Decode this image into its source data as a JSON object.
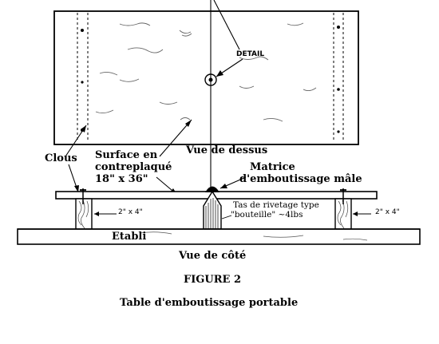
{
  "labels": {
    "detail": "DETAIL",
    "clous": "Clous",
    "surface_line1": "Surface en",
    "surface_line2": "contreplaqué",
    "surface_line3": "18\" x 36\"",
    "vue_dessus": "Vue de dessus",
    "matrice_line1": "Matrice",
    "matrice_line2": "d'emboutissage mâle",
    "tas_line1": "Tas de rivetage type",
    "tas_line2": "\"bouteille\" ~4lbs",
    "lumber_left": "2\" x 4\"",
    "lumber_right": "2\" x 4\"",
    "etabli": "Etabli",
    "vue_cote": "Vue de côté",
    "figure": "FIGURE 2",
    "caption": "Table d'emboutissage portable"
  }
}
